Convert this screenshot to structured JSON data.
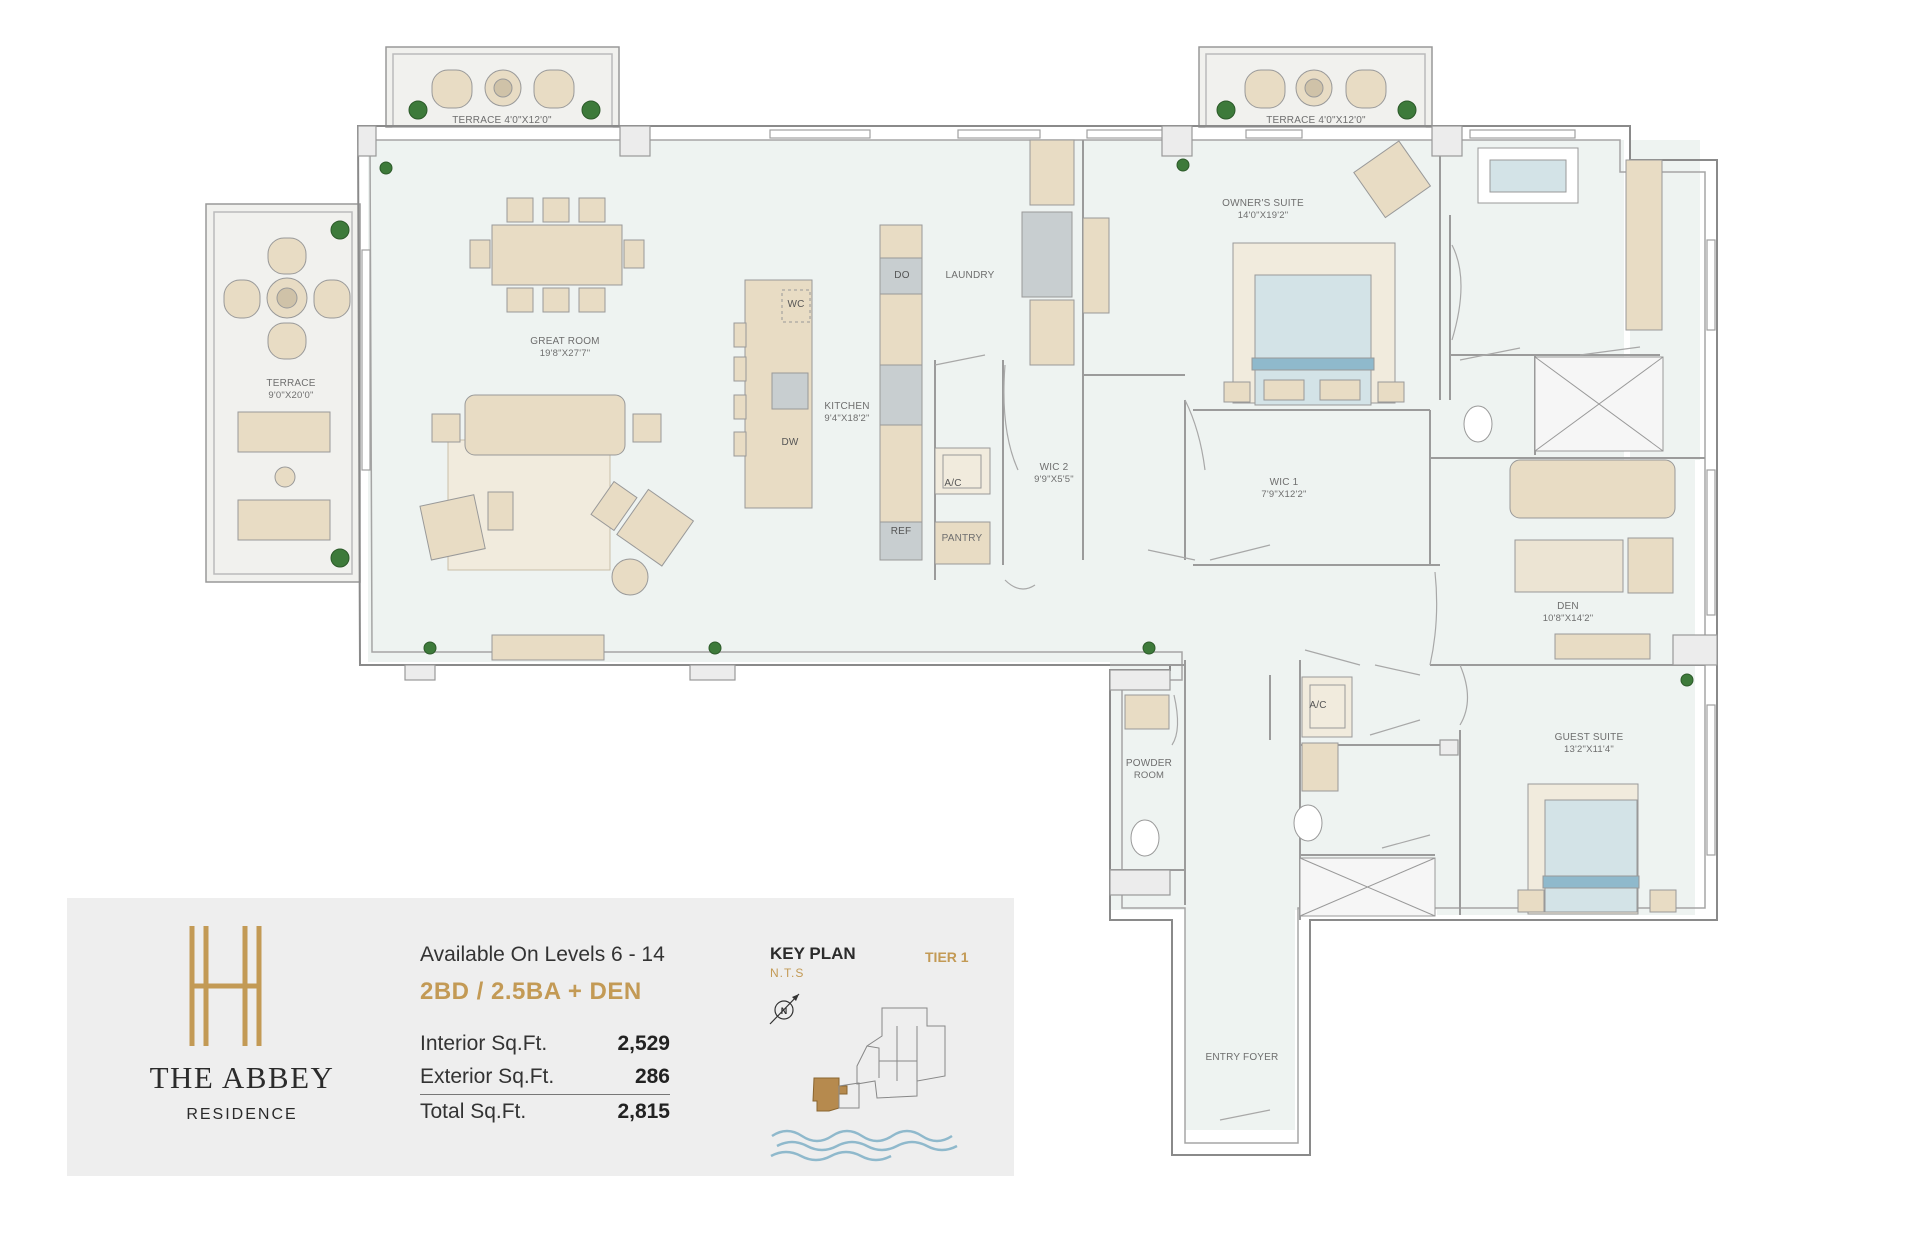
{
  "rooms": {
    "terrace_top_left": {
      "name": "TERRACE",
      "dims": "4'0\"X12'0\""
    },
    "terrace_top_right": {
      "name": "TERRACE",
      "dims": "4'0\"X12'0\""
    },
    "terrace_side": {
      "name": "TERRACE",
      "dims": "9'0\"X20'0\""
    },
    "great_room": {
      "name": "GREAT ROOM",
      "dims": "19'8\"X27'7\""
    },
    "kitchen": {
      "name": "KITCHEN",
      "dims": "9'4\"X18'2\""
    },
    "laundry": {
      "name": "LAUNDRY"
    },
    "owners_suite": {
      "name": "OWNER'S SUITE",
      "dims": "14'0\"X19'2\""
    },
    "wic2": {
      "name": "WIC 2",
      "dims": "9'9\"X5'5\""
    },
    "wic1": {
      "name": "WIC 1",
      "dims": "7'9\"X12'2\""
    },
    "pantry": {
      "name": "PANTRY"
    },
    "den": {
      "name": "DEN",
      "dims": "10'8\"X14'2\""
    },
    "guest_suite": {
      "name": "GUEST SUITE",
      "dims": "13'2\"X11'4\""
    },
    "powder_room": {
      "name": "POWDER",
      "name2": "ROOM"
    },
    "entry_foyer": {
      "name": "ENTRY FOYER"
    }
  },
  "appliances": {
    "wc": "WC",
    "do": "DO",
    "dw": "DW",
    "ref": "REF",
    "ac1": "A/C",
    "ac2": "A/C"
  },
  "brand": {
    "name": "THE ABBEY",
    "subtitle": "RESIDENCE",
    "gold": "#c39a55"
  },
  "unit": {
    "availability": "Available On Levels 6 - 14",
    "type": "2BD / 2.5BA + DEN",
    "areas": [
      {
        "label": "Interior Sq.Ft.",
        "value": "2,529"
      },
      {
        "label": "Exterior Sq.Ft.",
        "value": "286"
      },
      {
        "label": "Total Sq.Ft.",
        "value": "2,815"
      }
    ]
  },
  "key_plan": {
    "title": "KEY PLAN",
    "scale_note": "N.T.S",
    "tier": "TIER 1",
    "compass": "N"
  }
}
